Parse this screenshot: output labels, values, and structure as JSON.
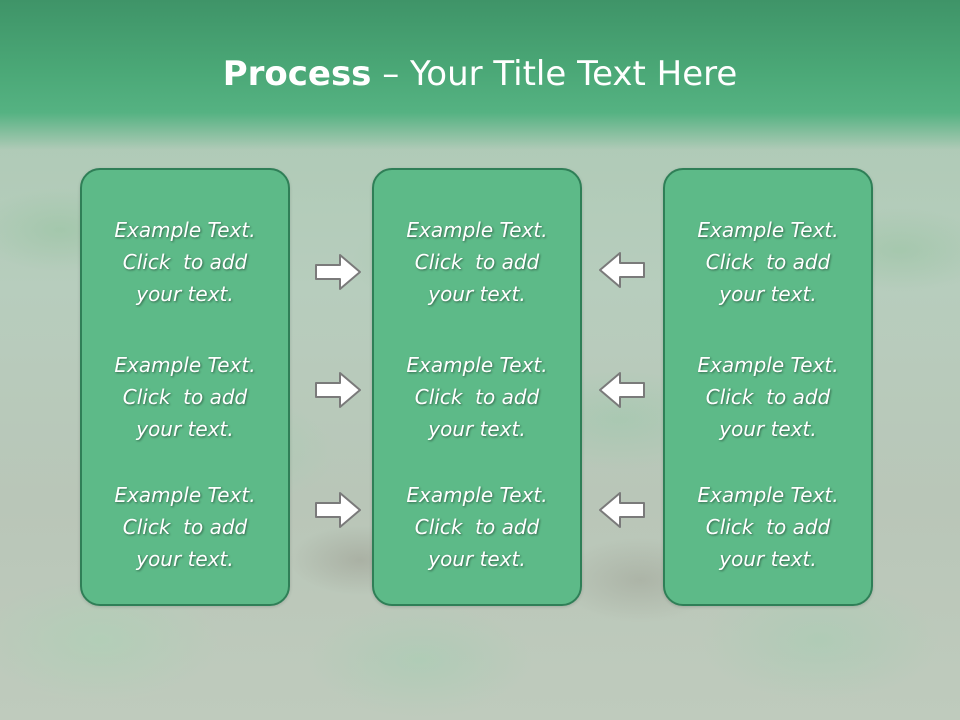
{
  "slide": {
    "title_bold": "Process",
    "title_rest": " – Your Title Text Here"
  },
  "columns": [
    {
      "items": [
        {
          "line1": "Example Text.",
          "line2": "Click  to add",
          "line3": "your text."
        },
        {
          "line1": "Example Text.",
          "line2": "Click  to add",
          "line3": "your text."
        },
        {
          "line1": "Example Text.",
          "line2": "Click  to add",
          "line3": "your text."
        }
      ]
    },
    {
      "items": [
        {
          "line1": "Example Text.",
          "line2": "Click  to add",
          "line3": "your text."
        },
        {
          "line1": "Example Text.",
          "line2": "Click  to add",
          "line3": "your text."
        },
        {
          "line1": "Example Text.",
          "line2": "Click  to add",
          "line3": "your text."
        }
      ]
    },
    {
      "items": [
        {
          "line1": "Example Text.",
          "line2": "Click  to add",
          "line3": "your text."
        },
        {
          "line1": "Example Text.",
          "line2": "Click  to add",
          "line3": "your text."
        },
        {
          "line1": "Example Text.",
          "line2": "Click  to add",
          "line3": "your text."
        }
      ]
    }
  ],
  "arrows": {
    "left_group": [
      "arrow-right-icon",
      "arrow-right-icon",
      "arrow-right-icon"
    ],
    "right_group": [
      "arrow-left-icon",
      "arrow-left-icon",
      "arrow-left-icon"
    ]
  },
  "colors": {
    "header": "#4aa776",
    "box_fill": "#5dba88",
    "box_border": "#2f7f57",
    "arrow_fill": "#ffffff",
    "arrow_stroke": "#7a7a7a"
  }
}
